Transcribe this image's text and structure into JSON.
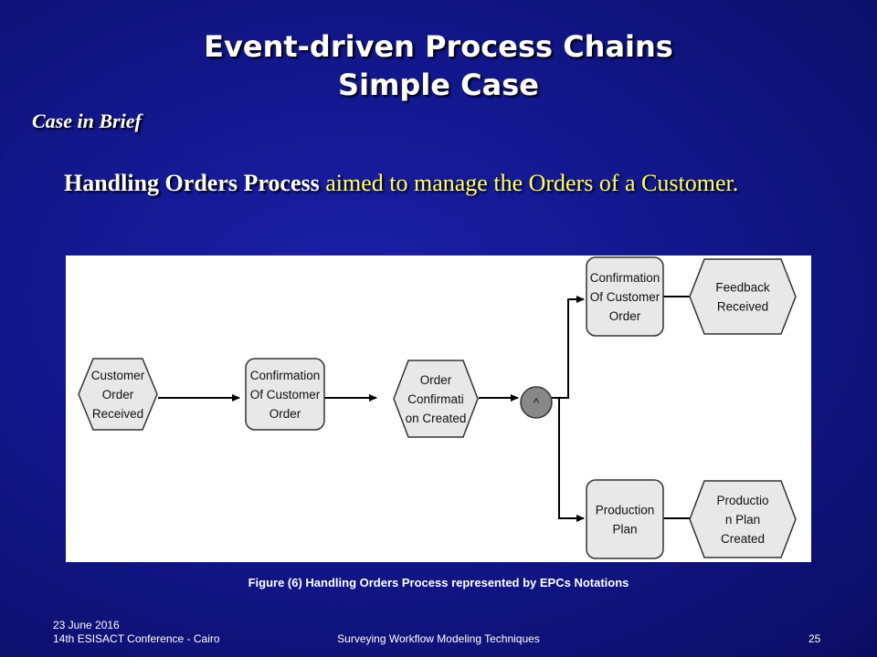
{
  "slide": {
    "title_line1": "Event-driven Process Chains",
    "title_line2": "Simple Case",
    "subtitle": "Case in Brief",
    "lead_bold": "Handling Orders Process",
    "lead_rest": " aimed to manage the Orders of a Customer.",
    "caption": "Figure (6) Handling Orders Process represented by EPCs Notations",
    "footer": {
      "date": "23 June 2016",
      "conference": "14th ESISACT Conference - Cairo",
      "topic": "Surveying Workflow Modeling Techniques",
      "page": "25"
    }
  },
  "diagram": {
    "nodes": [
      {
        "id": "e1",
        "type": "event",
        "label_lines": [
          "Customer",
          "Order",
          "Received"
        ]
      },
      {
        "id": "f1",
        "type": "function",
        "label_lines": [
          "Confirmation",
          "Of Customer",
          "Order"
        ]
      },
      {
        "id": "e2",
        "type": "event",
        "label_lines": [
          "Order",
          "Confirmati",
          "on Created"
        ]
      },
      {
        "id": "and",
        "type": "connector",
        "label": "^"
      },
      {
        "id": "f2",
        "type": "function",
        "label_lines": [
          "Confirmation",
          "Of Customer",
          "Order"
        ]
      },
      {
        "id": "e3",
        "type": "event",
        "label_lines": [
          "Feedback",
          "Received"
        ]
      },
      {
        "id": "f3",
        "type": "function",
        "label_lines": [
          "Production",
          "Plan"
        ]
      },
      {
        "id": "e4",
        "type": "event",
        "label_lines": [
          "Productio",
          "n Plan",
          "Created"
        ]
      }
    ],
    "edges": [
      [
        "e1",
        "f1"
      ],
      [
        "f1",
        "e2"
      ],
      [
        "e2",
        "and"
      ],
      [
        "and",
        "f2"
      ],
      [
        "f2",
        "e3"
      ],
      [
        "and",
        "f3"
      ],
      [
        "f3",
        "e4"
      ]
    ],
    "colors": {
      "node_fill": "#e8e8e8",
      "node_stroke": "#333333",
      "connector_fill": "#888888"
    }
  }
}
